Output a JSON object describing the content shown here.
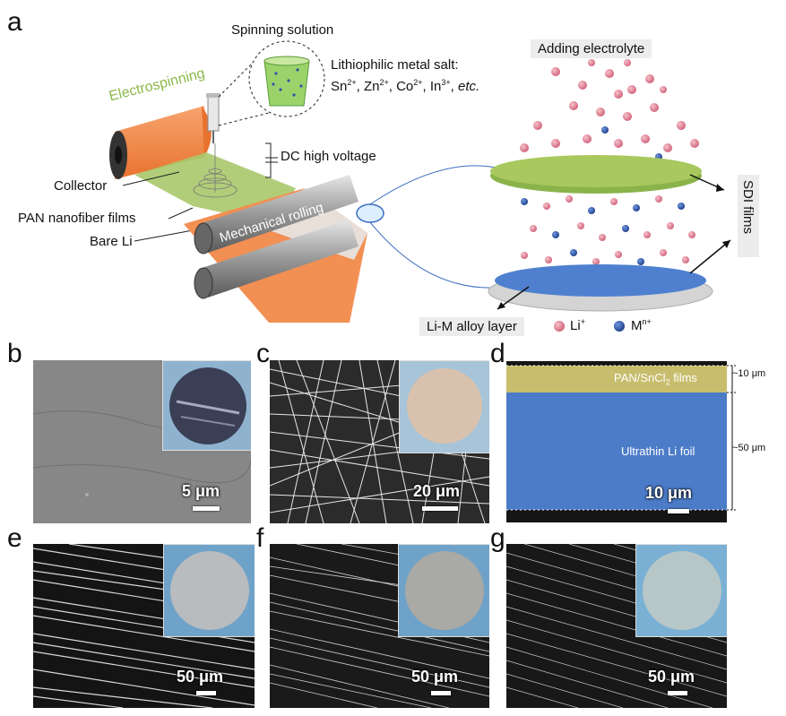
{
  "panel_labels": {
    "a": "a",
    "b": "b",
    "c": "c",
    "d": "d",
    "e": "e",
    "f": "f",
    "g": "g"
  },
  "schematic": {
    "spinning_solution": "Spinning solution",
    "lithiophilic_title": "Lithiophilic metal salt:",
    "ions": [
      "Sn",
      "2+",
      ", Zn",
      "2+",
      ", Co",
      "2+",
      ", In",
      "3+",
      ", ",
      "etc."
    ],
    "electrospinning": "Electrospinning",
    "dc_voltage": "DC high voltage",
    "collector": "Collector",
    "pan_films": "PAN nanofiber films",
    "bare_li": "Bare Li",
    "mechanical_rolling": "Mechanical rolling",
    "adding_electrolyte": "Adding electrolyte",
    "sdi_films": "SDI films",
    "alloy_layer": "Li-M alloy layer",
    "legend_li": "Li",
    "legend_li_sup": "+",
    "legend_m": "M",
    "legend_m_sup": "n+"
  },
  "sem_panels": {
    "b": {
      "scale": "5 μm"
    },
    "c": {
      "scale": "20 μm"
    },
    "d": {
      "scale": "10 μm",
      "film_label": "PAN/SnCl",
      "film_sub": "2",
      "film_suffix": " films",
      "foil_label": "Ultrathin Li foil",
      "thick_top": "~10 μm",
      "thick_bottom": "~50 μm"
    },
    "e": {
      "scale": "50 μm"
    },
    "f": {
      "scale": "50 μm"
    },
    "g": {
      "scale": "50 μm"
    }
  },
  "colors": {
    "orange": "#f08a4b",
    "green": "#9cc45a",
    "li_pink": "#e07a8a",
    "m_blue": "#2f55a8",
    "foil_blue": "#4a78c8",
    "film_yellow": "#c9c070",
    "sem_dark": "#1a1a1a"
  }
}
